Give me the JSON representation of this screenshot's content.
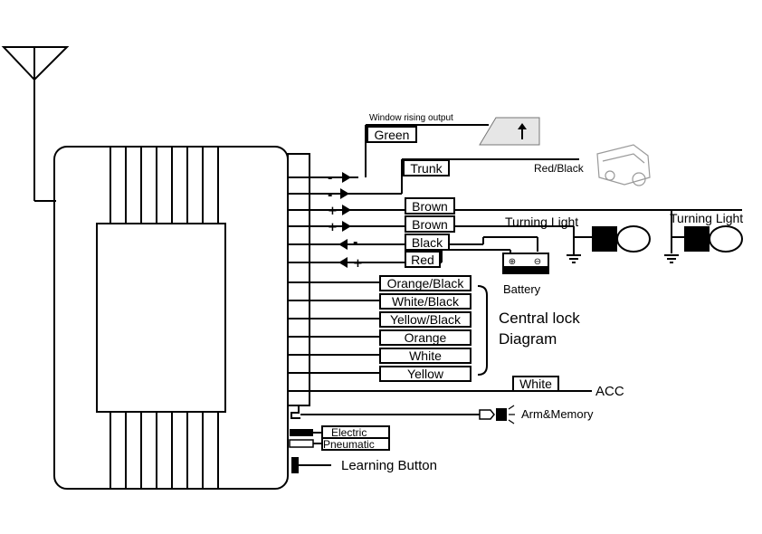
{
  "top_label": "Window rising output",
  "wires": {
    "green": "Green",
    "trunk": "Trunk",
    "brown1": "Brown",
    "brown2": "Brown",
    "black": "Black",
    "red": "Red",
    "orange_black": "Orange/Black",
    "white_black": "White/Black",
    "yellow_black": "Yellow/Black",
    "orange": "Orange",
    "white": "White",
    "yellow": "Yellow",
    "white_acc": "White"
  },
  "signs": {
    "green": "-",
    "trunk": "-",
    "brown1": "+",
    "brown2": "+",
    "black": "-",
    "red": "+"
  },
  "labels": {
    "red_black": "Red/Black",
    "turning_light_1": "Turning Light",
    "turning_light_2": "Turning Light",
    "battery": "Battery",
    "battery_plus": "⊕",
    "battery_minus": "⊖",
    "central_lock_1": "Central lock",
    "central_lock_2": "Diagram",
    "acc": "ACC",
    "arm_memory": "Arm&Memory",
    "electric": "Electric",
    "pneumatic": "Pneumatic",
    "learning_button": "Learning Button"
  },
  "colors": {
    "line": "#000000",
    "background": "#ffffff",
    "sketch": "#9a9a9a"
  }
}
